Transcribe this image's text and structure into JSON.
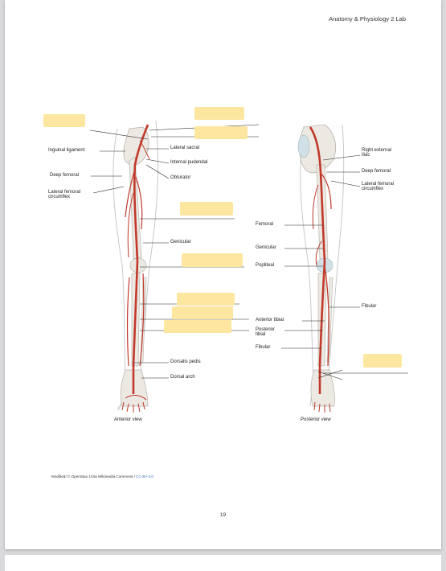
{
  "header": {
    "course_title": "Anatomy & Physiology 2 Lab"
  },
  "figure": {
    "anterior": {
      "caption": "Anterior view",
      "labels": {
        "inguinal_ligament": "Inguinal ligament",
        "deep_femoral": "Deep femoral",
        "lateral_femoral_circumflex": [
          "Lateral femoral",
          "circumflex"
        ],
        "lateral_sacral": "Lateral sacral",
        "internal_pudendal": "Internal pudendal",
        "obturator": "Obturator",
        "genicular": "Genicular",
        "dorsalis_pedis": "Dorsalis pedis",
        "dorsal_arch": "Dorsal arch"
      }
    },
    "posterior": {
      "caption": "Posterior view",
      "labels": {
        "right_external_iliac": [
          "Right external",
          "iliac"
        ],
        "deep_femoral": "Deep femoral",
        "lateral_femoral_circumflex": [
          "Lateral femoral",
          "circumflex"
        ],
        "femoral": "Femoral",
        "genicular": "Genicular",
        "popliteal": "Popliteal",
        "fibular_right": "Fibular",
        "anterior_tibial": "Anterior tibial",
        "posterior_tibial": [
          "Posterior",
          "tibial"
        ],
        "fibular_left": "Fibular"
      }
    },
    "answer_blanks": 9
  },
  "credit": {
    "text": "Modified/ © OpenStax 1/Via Wikimedia Commons / ",
    "license": "CC-BY-3.0"
  },
  "page_number": "19",
  "colors": {
    "artery": "#c0392b",
    "bone": "#ece8e2",
    "blank": "#fde7a0"
  }
}
